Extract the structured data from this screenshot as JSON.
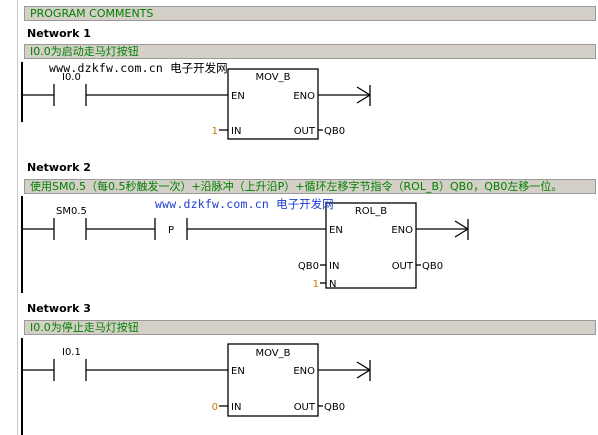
{
  "program_comments": "PROGRAM COMMENTS",
  "networks": [
    {
      "label": "Network 1",
      "comment": "I0.0为启动走马灯按钮",
      "contact": "I0.0",
      "box": {
        "name": "MOV_B",
        "en": "EN",
        "eno": "ENO",
        "in_label": "IN",
        "out_label": "OUT",
        "in_val": "1",
        "out_val": "QB0"
      }
    },
    {
      "label": "Network 2",
      "comment": "使用SM0.5（每0.5秒触发一次）+沿脉冲（上升沿P）+循环左移字节指令（ROL_B）QB0，QB0左移一位。",
      "contact": "SM0.5",
      "p_contact": "P",
      "box": {
        "name": "ROL_B",
        "en": "EN",
        "eno": "ENO",
        "in_label": "IN",
        "out_label": "OUT",
        "n_label": "N",
        "in_val": "QB0",
        "out_val": "QB0",
        "n_val": "1"
      }
    },
    {
      "label": "Network 3",
      "comment": "I0.0为停止走马灯按钮",
      "contact": "I0.1",
      "box": {
        "name": "MOV_B",
        "en": "EN",
        "eno": "ENO",
        "in_label": "IN",
        "out_label": "OUT",
        "in_val": "0",
        "out_val": "QB0"
      }
    }
  ],
  "watermarks": [
    {
      "url": "www.dzkfw.com.cn",
      "cn": "电子开发网"
    },
    {
      "url": "www.dzkfw.com.cn",
      "cn": "电子开发网"
    }
  ],
  "colors": {
    "comment_text": "#008000",
    "comment_bg": "#d4d0c8",
    "value_orange": "#c87800",
    "wire": "#000000",
    "watermark_blue": "#1f3fd0"
  }
}
